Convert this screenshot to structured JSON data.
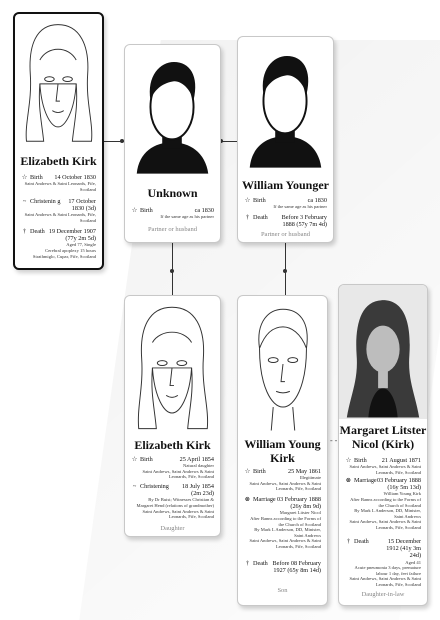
{
  "people": {
    "elizabeth_parent": {
      "name": "Elizabeth Kirk",
      "birth": {
        "label": "Birth",
        "date": "14 October 1830",
        "place": "Saint Andrews & Saint Leonards, Fife, Scotland"
      },
      "christening": {
        "label": "Christenin g",
        "date": "17 October 1830 (3d)",
        "place": "Saint Andrews & Saint Leonards, Fife, Scotland"
      },
      "death": {
        "label": "Death",
        "date": "19 December 1907 (77y 2m 5d)",
        "note": "Aged 77, Single",
        "cause": "Cerebral apoplexy 15 hours",
        "place": "Strathmiglo, Cupar, Fife, Scotland"
      }
    },
    "unknown": {
      "name": "Unknown",
      "birth": {
        "label": "Birth",
        "date": "ca 1830",
        "note": "If the same age as his partner"
      },
      "relation": "Partner or husband"
    },
    "william_younger": {
      "name": "William Younger",
      "birth": {
        "label": "Birth",
        "date": "ca 1830",
        "note": "If the same age as his partner"
      },
      "death": {
        "label": "Death",
        "date": "Before 3 February 1888 (57y 7m 4d)"
      },
      "relation": "Partner or husband"
    },
    "elizabeth_daughter": {
      "name": "Elizabeth Kirk",
      "birth": {
        "label": "Birth",
        "date": "25 April 1854",
        "note": "Natural daughter",
        "place": "Saint Andrews, Saint Andrews & Saint Leonards, Fife, Scotland"
      },
      "christening": {
        "label": "Christening",
        "date": "18 July 1854 (2m 23d)",
        "note": "By Dr Buist; Witnesses Christian & Margaret Hend (relations of grandmother)",
        "place": "Saint Andrews, Saint Andrews & Saint Leonards, Fife, Scotland"
      },
      "relation": "Daughter"
    },
    "william_young_kirk": {
      "name": "William Young Kirk",
      "birth": {
        "label": "Birth",
        "date": "25 May 1861",
        "note": "Illegitimate",
        "place": "Saint Andrews, Saint Andrews & Saint Leonards, Fife, Scotland"
      },
      "marriage": {
        "label": "Marriage",
        "date": "03 February 1888 (26y 8m 9d)",
        "spouse": "Margaret Litster Nicol",
        "note": "After Banns according to the Forms of the Church of Scotland",
        "officiant": "By Mark L Anderson, DD, Minister, Saint Andrews",
        "place": "Saint Andrews, Saint Andrews & Saint Leonards, Fife, Scotland"
      },
      "death": {
        "label": "Death",
        "date": "Before 08 February 1927 (65y 8m 14d)"
      },
      "relation": "Son"
    },
    "margaret_nicol": {
      "name": "Margaret Litster Nicol (Kirk)",
      "birth": {
        "label": "Birth",
        "date": "21 August 1871",
        "place": "Saint Andrews, Saint Andrews & Saint Leonards, Fife, Scotland"
      },
      "marriage": {
        "label": "Marriage",
        "date": "03 February 1888 (16y 5m 13d)",
        "spouse": "William Young Kirk",
        "note": "After Banns according to the Forms of the Church of Scotland",
        "officiant": "By Mark L Anderson, DD, Minister, Saint Andrews",
        "place": "Saint Andrews, Saint Andrews & Saint Leonards, Fife, Scotland"
      },
      "death": {
        "label": "Death",
        "date": "15 December 1912 (41y 3m 24d)",
        "note": "Aged 41",
        "cause": "Acute pneumonia 3 days, premature labour 1 day, feet failure",
        "place": "Saint Andrews, Saint Andrews & Saint Leonards, Fife, Scotland"
      },
      "relation": "Daughter-in-law"
    }
  },
  "icons": {
    "birth": "star-icon",
    "christening": "tilde-icon",
    "marriage": "rings-icon",
    "death": "dagger-icon"
  }
}
